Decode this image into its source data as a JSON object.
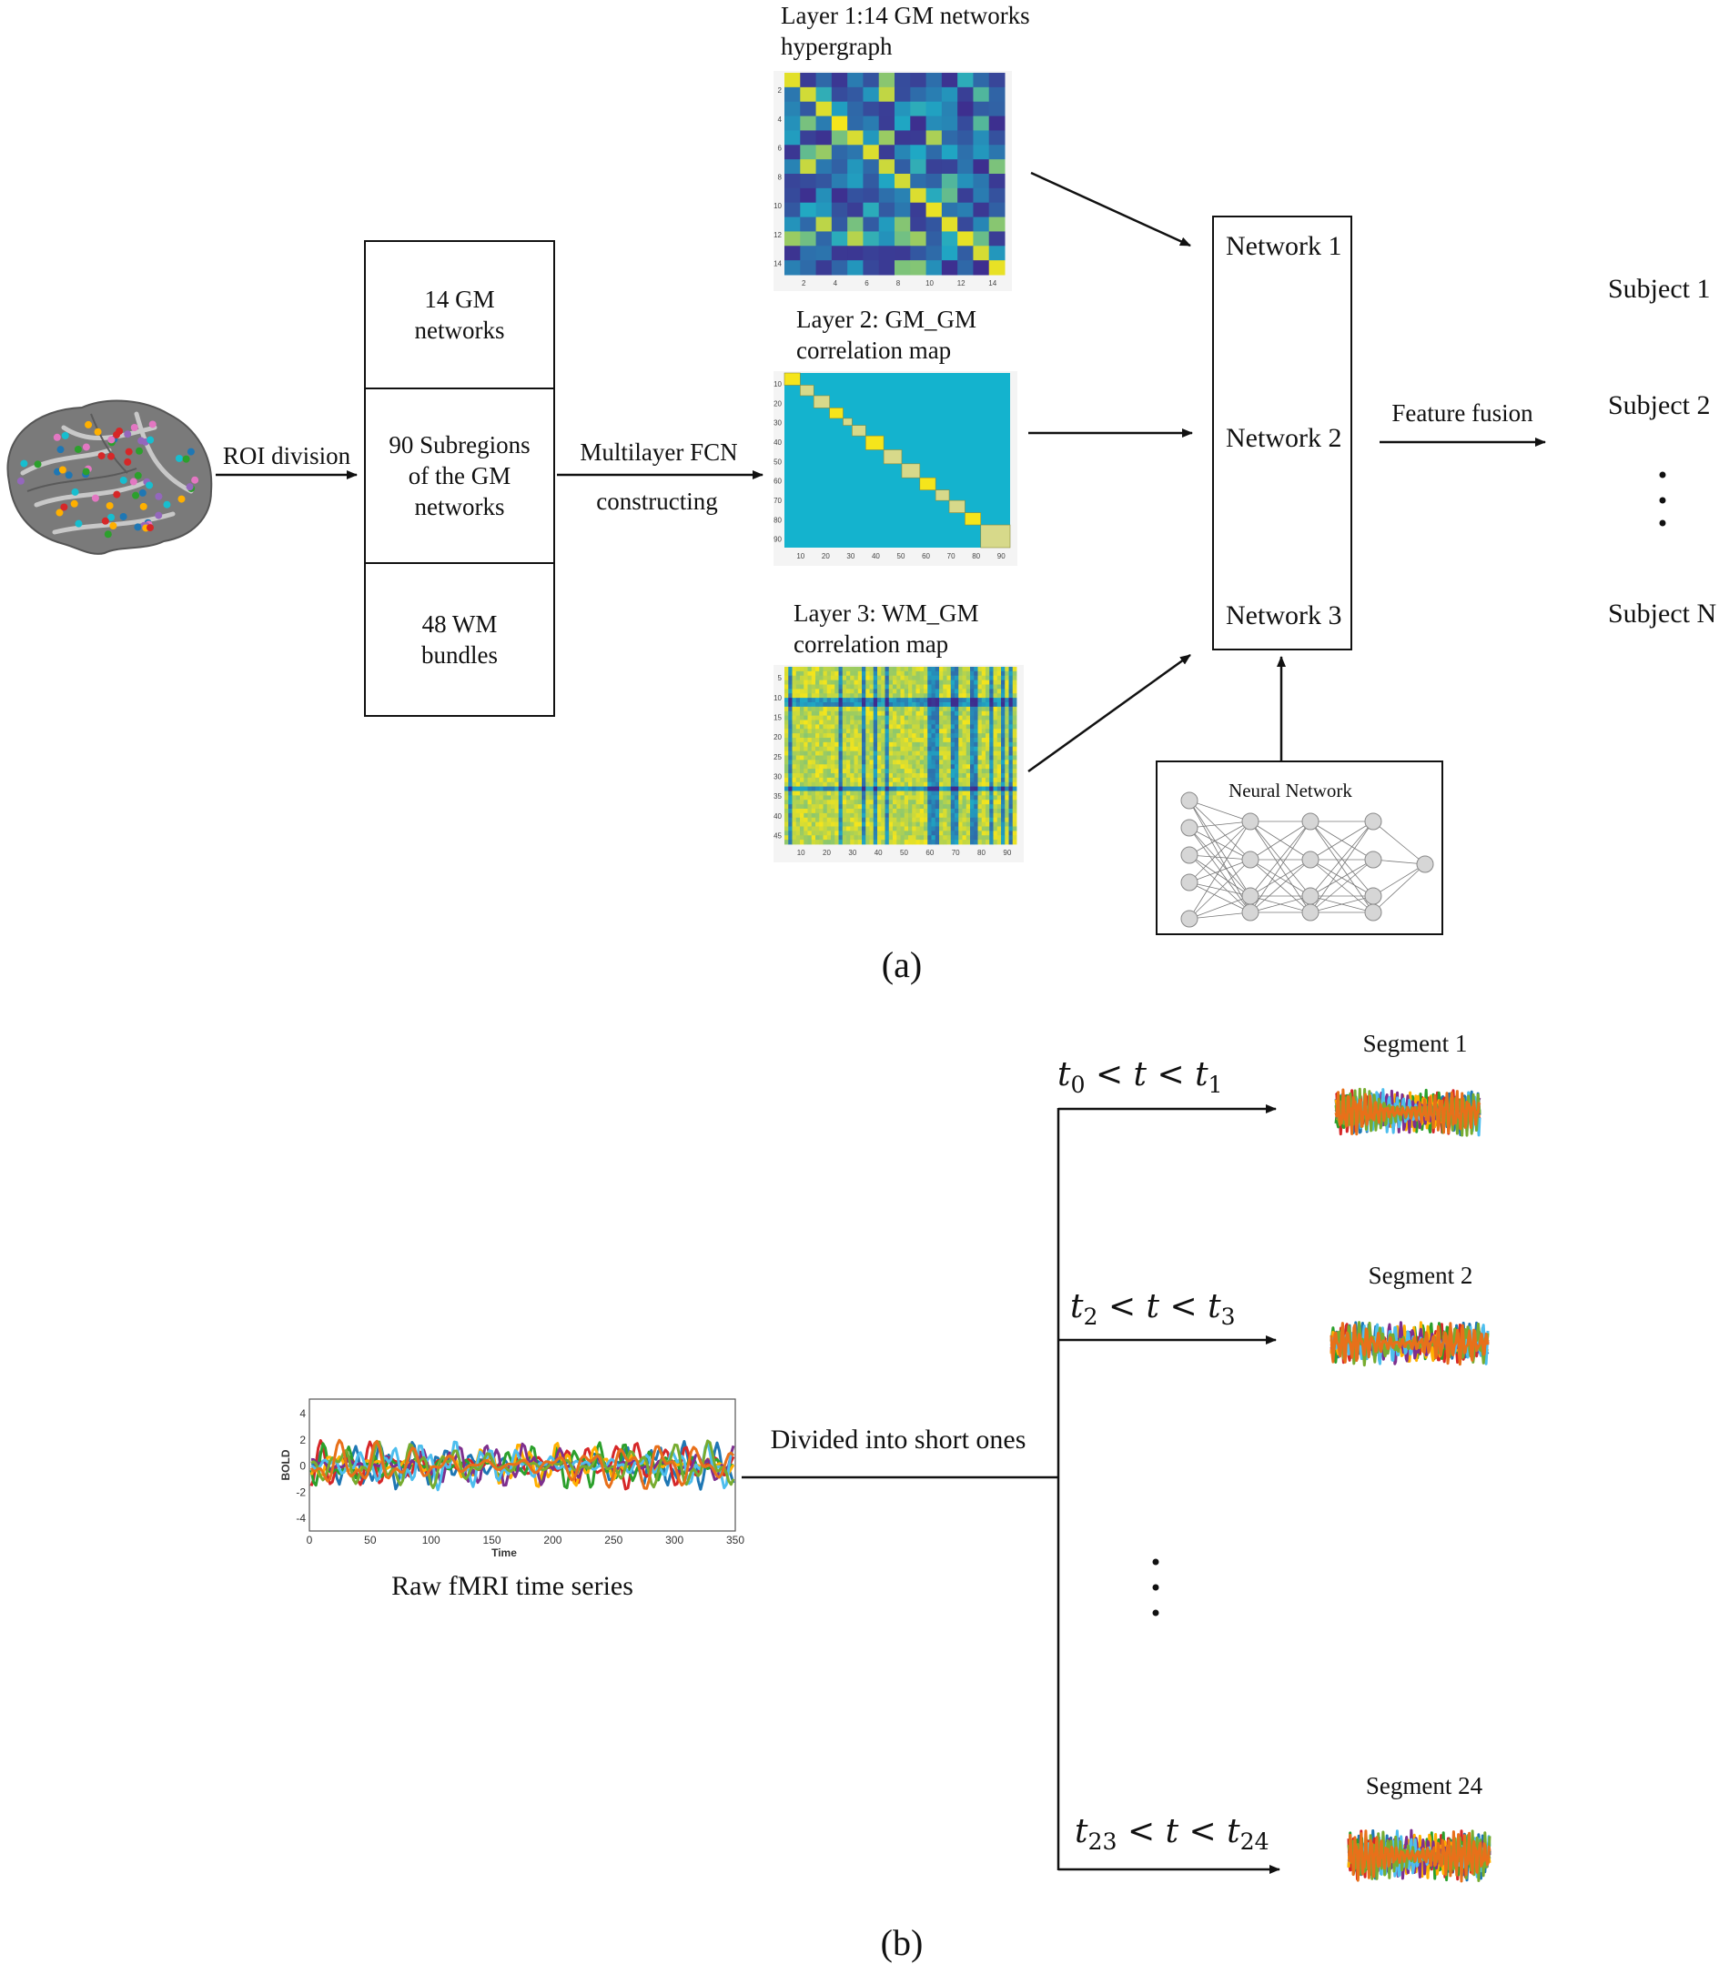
{
  "panel_a": {
    "caption": "(a)",
    "roi_arrow_label": "ROI division",
    "regions": [
      "14 GM\nnetworks",
      "90 Subregions\nof the GM\nnetworks",
      "48 WM\nbundles"
    ],
    "fcn_label_line1": "Multilayer FCN",
    "fcn_label_line2": "constructing",
    "layer1_title": "Layer 1:14 GM networks\nhypergraph",
    "layer2_title": "Layer 2: GM_GM\ncorrelation map",
    "layer3_title": "Layer 3: WM_GM\ncorrelation map",
    "layer1_xticks": [
      "2",
      "4",
      "6",
      "8",
      "10",
      "12",
      "14"
    ],
    "layer1_yticks": [
      "2",
      "4",
      "6",
      "8",
      "10",
      "12",
      "14"
    ],
    "layer2_xticks": [
      "10",
      "20",
      "30",
      "40",
      "50",
      "60",
      "70",
      "80",
      "90"
    ],
    "layer2_yticks": [
      "10",
      "20",
      "30",
      "40",
      "50",
      "60",
      "70",
      "80",
      "90"
    ],
    "layer3_xticks": [
      "10",
      "20",
      "30",
      "40",
      "50",
      "60",
      "70",
      "80",
      "90"
    ],
    "layer3_yticks": [
      "5",
      "10",
      "15",
      "20",
      "25",
      "30",
      "35",
      "40",
      "45"
    ],
    "networks": [
      "Network 1",
      "Network 2",
      "Network 3"
    ],
    "neural_network_label": "Neural Network",
    "fusion_label": "Feature fusion",
    "subjects": [
      "Subject 1",
      "Subject 2",
      "Subject N"
    ]
  },
  "panel_b": {
    "caption": "(b)",
    "raw_label": "Raw fMRI time series",
    "plot_ylabel": "BOLD",
    "plot_xlabel": "Time",
    "plot_xticks": [
      "0",
      "50",
      "100",
      "150",
      "200",
      "250",
      "300",
      "350"
    ],
    "plot_yticks": [
      "4",
      "2",
      "0",
      "-2",
      "-4"
    ],
    "divide_label": "Divided into short ones",
    "segments": [
      {
        "title": "Segment 1",
        "ts": "0",
        "te": "1"
      },
      {
        "title": "Segment 2",
        "ts": "2",
        "te": "3"
      },
      {
        "title": "Segment 24",
        "ts": "23",
        "te": "24"
      }
    ]
  },
  "colors": {
    "heat_low": "#3e2c8e",
    "heat_mid": "#1fa8c4",
    "heat_high": "#f5e51b",
    "map2_background": "#14b3ce",
    "series": [
      "#1f77b4",
      "#d62728",
      "#2ca02c",
      "#ffb000",
      "#7e2f8e",
      "#4dbeee",
      "#77ac30",
      "#e8701a"
    ]
  }
}
